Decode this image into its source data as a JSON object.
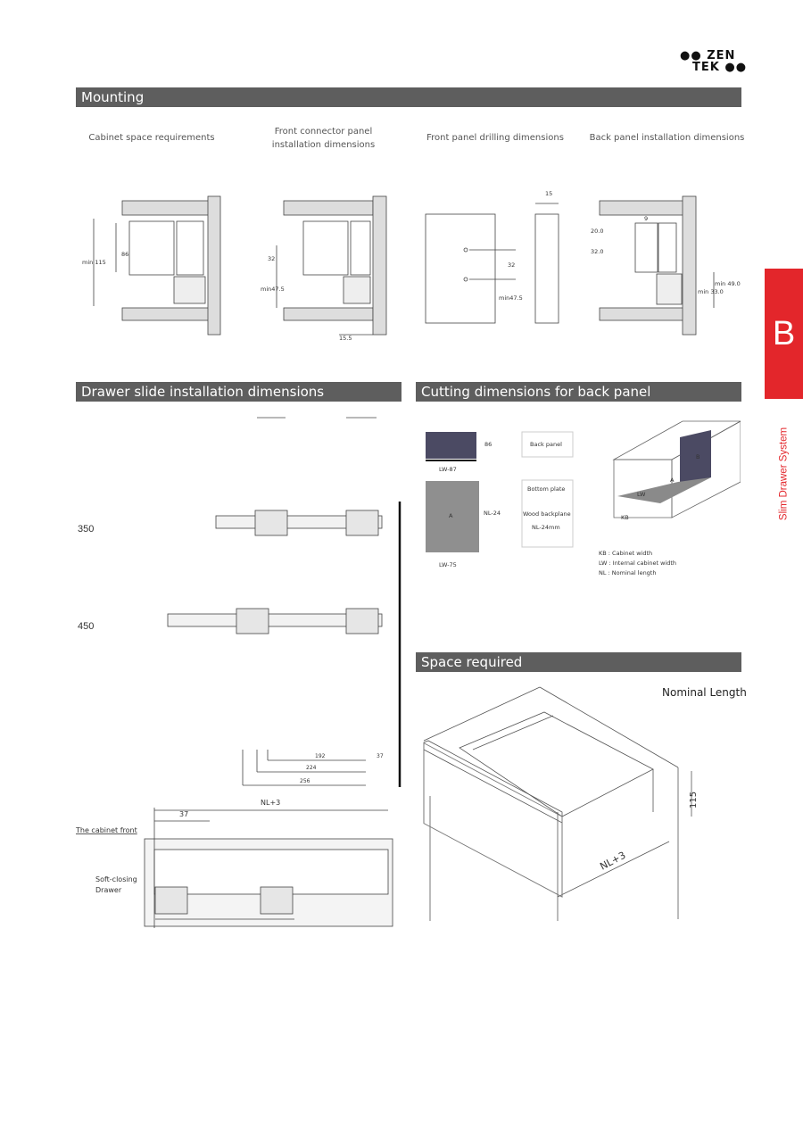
{
  "brand": {
    "line1": "ZEN",
    "line2": "TEK"
  },
  "side_tab": {
    "letter": "B",
    "label": "Slim Drawer System"
  },
  "mounting": {
    "title": "Mounting",
    "captions": [
      "Cabinet space requirements",
      "Front connector panel installation dimensions",
      "Front panel drilling dimensions",
      "Back panel installation dimensions"
    ],
    "dims": {
      "min115": "min 115",
      "d86": "86",
      "d32a": "32",
      "min47a": "min47.5",
      "d155": "15.5",
      "d15": "15",
      "d32b": "32",
      "min47b": "min47.5",
      "d9": "9",
      "d20": "20.0",
      "d32c": "32.0",
      "min49": "min 49.0",
      "min33": "min 33.0"
    }
  },
  "slide": {
    "title": "Drawer slide installation dimensions",
    "rows": [
      "350",
      "450"
    ],
    "dims": {
      "d192": "192",
      "d37": "37",
      "d224": "224",
      "d256": "256"
    }
  },
  "cabinet_front": {
    "nl3": "NL+3",
    "d37": "37",
    "front_label": "The cabinet front",
    "drawer_label_1": "Soft-closing",
    "drawer_label_2": "Drawer"
  },
  "cutting": {
    "title": "Cutting dimensions for back panel",
    "d86": "86",
    "lw87": "LW-87",
    "back_panel": "Back panel",
    "a": "A",
    "nl24": "NL-24",
    "lw75": "LW-75",
    "bottom_plate": "Bottom plate",
    "wood1": "Wood backplane",
    "wood2": "NL-24mm",
    "iso": {
      "b": "B",
      "a": "A",
      "lw": "LW",
      "kb": "KB"
    },
    "legend": [
      "KB : Cabinet width",
      "LW : Internal cabinet width",
      "NL : Nominal length"
    ]
  },
  "space": {
    "title": "Space required",
    "nominal": "Nominal Length",
    "d115": "115",
    "nl3": "NL+3"
  }
}
